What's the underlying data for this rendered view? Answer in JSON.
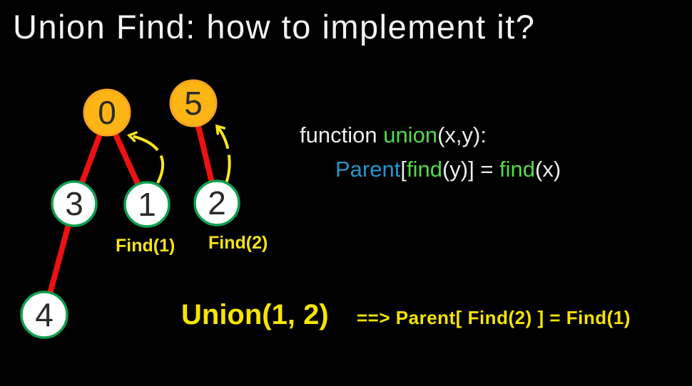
{
  "slide": {
    "title": "Union Find: how to implement it?"
  },
  "tree": {
    "nodes": [
      {
        "label": "0",
        "type": "root"
      },
      {
        "label": "5",
        "type": "root"
      },
      {
        "label": "3",
        "type": "child"
      },
      {
        "label": "1",
        "type": "child"
      },
      {
        "label": "2",
        "type": "child"
      },
      {
        "label": "4",
        "type": "child"
      }
    ],
    "edges": [
      {
        "from": "0",
        "to": "3"
      },
      {
        "from": "0",
        "to": "1"
      },
      {
        "from": "5",
        "to": "2"
      },
      {
        "from": "3",
        "to": "4"
      }
    ],
    "find_labels": [
      {
        "text": "Find(1)"
      },
      {
        "text": "Find(2)"
      }
    ]
  },
  "code": {
    "line1": [
      {
        "text": "function ",
        "color": "white"
      },
      {
        "text": "union",
        "color": "green"
      },
      {
        "text": "(x,y):",
        "color": "white"
      }
    ],
    "line2": [
      {
        "text": "Parent",
        "color": "blue"
      },
      {
        "text": "[",
        "color": "white"
      },
      {
        "text": "find",
        "color": "green"
      },
      {
        "text": "(y)] = ",
        "color": "white"
      },
      {
        "text": "find",
        "color": "green"
      },
      {
        "text": "(x)",
        "color": "white"
      }
    ]
  },
  "bottom": {
    "union_call": "Union(1, 2)",
    "expansion": "==>  Parent[ Find(2) ] = Find(1)"
  },
  "colors": {
    "background": "#000000",
    "title_text": "#f3f3f3",
    "root_node_fill": "#fdb515",
    "root_node_stroke": "#f7a41d",
    "child_node_fill": "#ffffff",
    "child_node_stroke": "#0fa04e",
    "edge_red": "#ed1111",
    "arrow_yellow": "#ffe817",
    "label_yellow": "#f8e315",
    "bottom_yellow": "#f6e400",
    "code_green": "#55d94b",
    "code_blue": "#2196cc",
    "code_white": "#ededed",
    "node_digit": "#2b2b2b"
  }
}
